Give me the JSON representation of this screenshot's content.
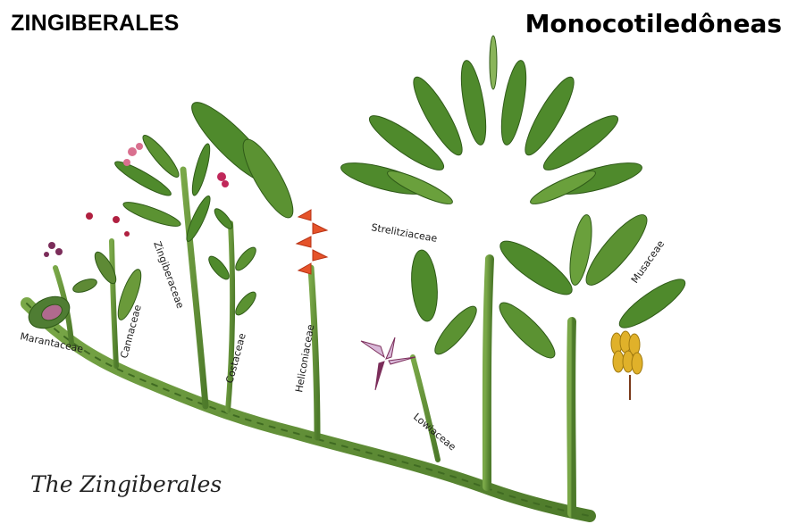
{
  "titles": {
    "left": "ZINGIBERALES",
    "right": "Monocotiledôneas",
    "caption": "The Zingiberales"
  },
  "families": [
    "Marantaceae",
    "Cannaceae",
    "Zingiberaceae",
    "Costaceae",
    "Heliconiaceae",
    "Strelitziaceae",
    "Lowiaceae",
    "Musaceae"
  ],
  "colors": {
    "stem": "#5e8a35",
    "leaf": "#4f8a2c",
    "leaf_light": "#7fb24a",
    "heliconia_bract": "#e5532a",
    "banana": "#e0b12a",
    "flower_pink": "#d9708f",
    "flower_purple": "#7b2d5a"
  }
}
